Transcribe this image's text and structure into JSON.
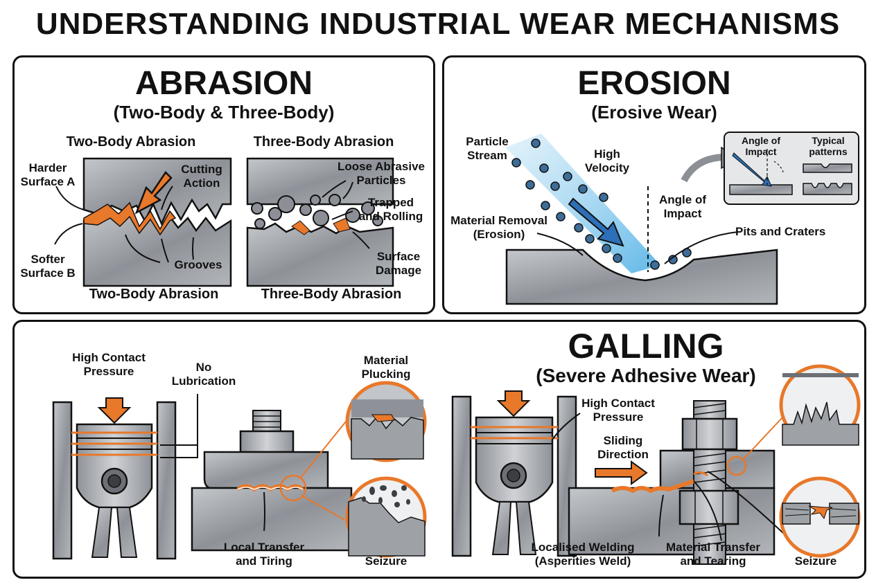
{
  "title": "UNDERSTANDING INDUSTRIAL WEAR MECHANISMS",
  "abrasion": {
    "title": "ABRASION",
    "subtitle": "(Two-Body & Three-Body)",
    "two_body_heading": "Two-Body Abrasion",
    "three_body_heading": "Three-Body Abrasion",
    "harder_surface": [
      "Harder",
      "Surface A"
    ],
    "softer_surface": [
      "Softer",
      "Surface B"
    ],
    "cutting_action": [
      "Cutting",
      "Action"
    ],
    "grooves": "Grooves",
    "loose_particles": [
      "Loose Abrasive",
      "Particles"
    ],
    "trapped_rolling": [
      "Trapped",
      "and Rolling"
    ],
    "surface_damage": [
      "Surface",
      "Damage"
    ],
    "two_body_caption": "Two-Body Abrasion",
    "three_body_caption": "Three-Body Abrasion"
  },
  "erosion": {
    "title": "EROSION",
    "subtitle": "(Erosive Wear)",
    "particle_stream": [
      "Particle",
      "Stream"
    ],
    "high_velocity": [
      "High",
      "Velocity"
    ],
    "angle_of_impact": [
      "Angle of",
      "Impact"
    ],
    "material_removal": [
      "Material Removal",
      "(Erosion)"
    ],
    "pits_craters": "Pits and Craters",
    "inset_angle": [
      "Angle of",
      "Impact"
    ],
    "inset_patterns": [
      "Typical",
      "patterns"
    ]
  },
  "galling": {
    "title": "GALLING",
    "subtitle": "(Severe Adhesive Wear)",
    "high_contact_pressure_left": [
      "High Contact",
      "Pressure"
    ],
    "no_lubrication": [
      "No",
      "Lubrication"
    ],
    "material_plucking": [
      "Material",
      "Plucking"
    ],
    "local_transfer": [
      "Local Transfer",
      "and Tiring"
    ],
    "seizure_left": "Seizure",
    "high_contact_pressure_right": [
      "High Contact",
      "Pressure"
    ],
    "sliding_direction": [
      "Sliding",
      "Direction"
    ],
    "localised_welding": [
      "Localised Welding",
      "(Asperities Weld)"
    ],
    "material_transfer": [
      "Material Transfer",
      "and Tearing"
    ],
    "seizure_right": "Seizure"
  },
  "colors": {
    "accent": "#e8782a",
    "metal": "#9a9ea3",
    "metal_dark": "#6c7076",
    "stream": "#6cc0ea",
    "particle": "#3d6d98",
    "outline": "#111111"
  }
}
